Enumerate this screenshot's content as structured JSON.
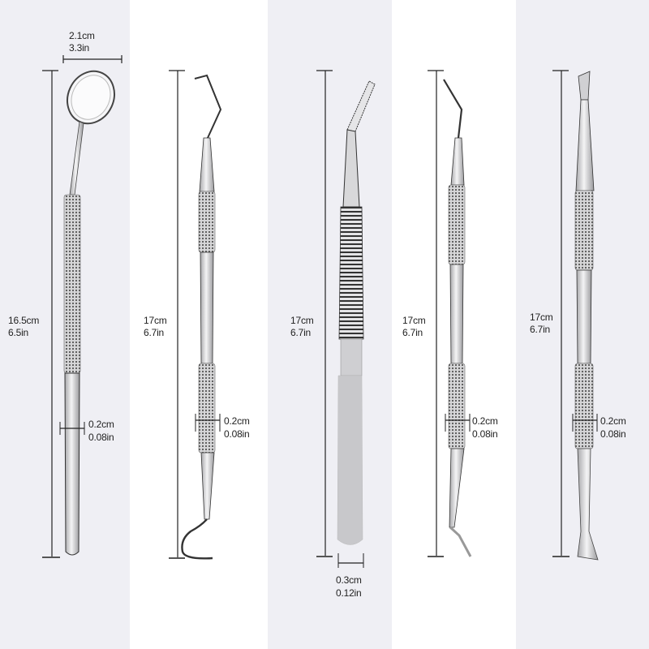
{
  "tools": [
    {
      "name": "mouth-mirror",
      "length": {
        "cm": "16.5cm",
        "in": "6.5in"
      },
      "head_width": {
        "cm": "2.1cm",
        "in": "3.3in"
      },
      "shaft_diameter": {
        "cm": "0.2cm",
        "in": "0.08in"
      }
    },
    {
      "name": "hook-probe",
      "length": {
        "cm": "17cm",
        "in": "6.7in"
      },
      "shaft_diameter": {
        "cm": "0.2cm",
        "in": "0.08in"
      }
    },
    {
      "name": "tweezers",
      "length": {
        "cm": "17cm",
        "in": "6.7in"
      },
      "tip_width": {
        "cm": "0.3cm",
        "in": "0.12in"
      }
    },
    {
      "name": "sickle-scaler",
      "length": {
        "cm": "17cm",
        "in": "6.7in"
      },
      "shaft_diameter": {
        "cm": "0.2cm",
        "in": "0.08in"
      }
    },
    {
      "name": "spatula-scaler",
      "length": {
        "cm": "17cm",
        "in": "6.7in"
      },
      "shaft_diameter": {
        "cm": "0.2cm",
        "in": "0.08in"
      }
    }
  ],
  "colors": {
    "panel_grey": "#efeff4",
    "panel_white": "#ffffff",
    "line": "#222222",
    "steel": "#c9c9cc"
  }
}
